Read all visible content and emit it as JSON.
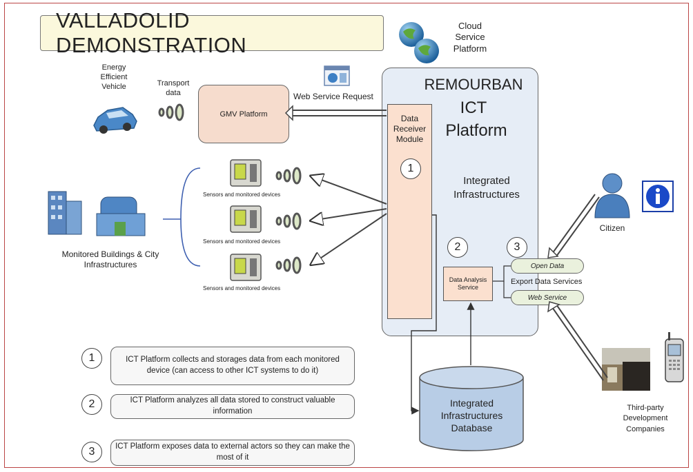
{
  "title": "VALLADOLID DEMONSTRATION",
  "cloud": {
    "label_1": "Cloud",
    "label_2": "Service",
    "label_3": "Platform"
  },
  "vehicle": {
    "line1": "Energy",
    "line2": "Efficient",
    "line3": "Vehicle"
  },
  "transport": {
    "line1": "Transport",
    "line2": "data"
  },
  "gmv_label": "GMV Platform",
  "web_request": "Web Service Request",
  "ict": {
    "line1": "REMOURBAN",
    "line2": "ICT",
    "line3": "Platform"
  },
  "receiver": {
    "line1": "Data",
    "line2": "Receiver",
    "line3": "Module",
    "num": "1"
  },
  "integrated": {
    "line1": "Integrated",
    "line2": "Infrastructures"
  },
  "analysis": {
    "label": "Data Analysis Service",
    "num": "2"
  },
  "export": {
    "num": "3",
    "label": "Export Data Services",
    "open_data": "Open Data",
    "web_service": "Web Service"
  },
  "sensors": [
    "Sensors and monitored devices",
    "Sensors and monitored devices",
    "Sensors and monitored devices"
  ],
  "buildings": {
    "line1": "Monitored Buildings & City",
    "line2": "Infrastructures"
  },
  "database": {
    "line1": "Integrated",
    "line2": "Infrastructures",
    "line3": "Database"
  },
  "citizen": "Citizen",
  "third_party": {
    "line1": "Third-party",
    "line2": "Development",
    "line3": "Companies"
  },
  "notes": [
    {
      "num": "1",
      "text": "ICT Platform collects and storages data from each monitored device (can access to other ICT systems to do it)"
    },
    {
      "num": "2",
      "text": "ICT Platform analyzes all data stored to construct valuable information"
    },
    {
      "num": "3",
      "text": "ICT Platform exposes data to external actors so they can make the most of it"
    }
  ],
  "colors": {
    "title_bg": "#fbf8dc",
    "ict_bg": "#e6edf6",
    "module_bg": "#fbe0cf",
    "pill_bg": "#eaf1dd",
    "db_fill": "#b8cde6",
    "frame": "#bb4444"
  }
}
